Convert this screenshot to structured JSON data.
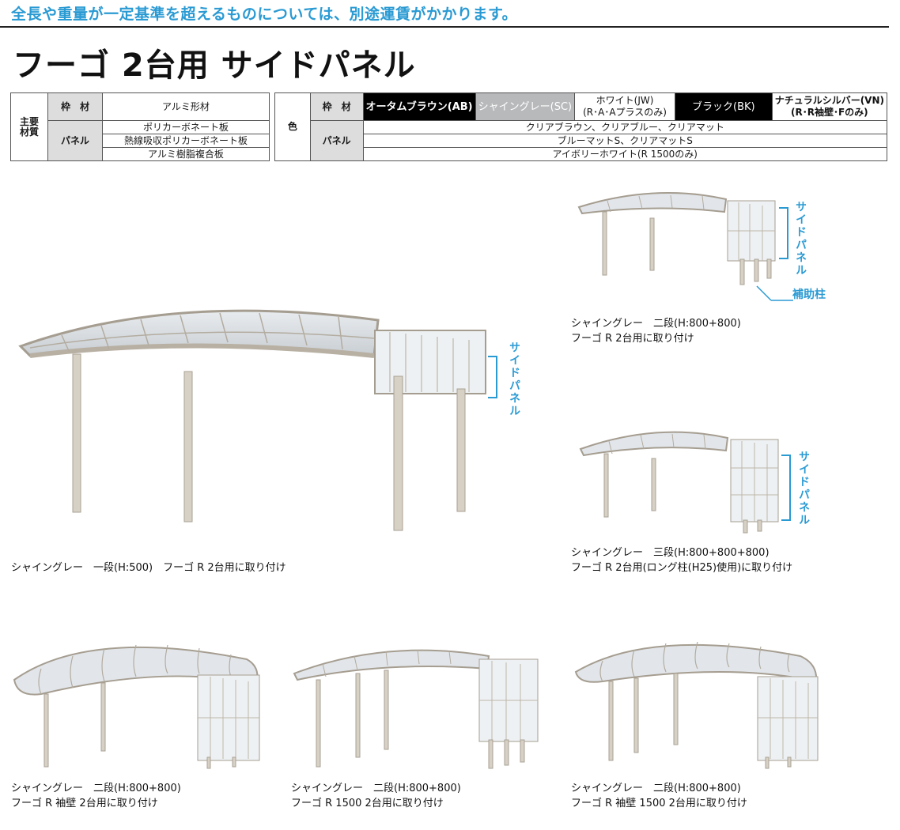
{
  "header": {
    "notice": "全長や重量が一定基準を超えるものについては、別途運賃がかかります。",
    "title": "フーゴ 2台用 サイドパネル"
  },
  "material_table": {
    "main_label": "主要\n材質",
    "frame_label": "枠　材",
    "frame_value": "アルミ形材",
    "panel_label": "パネル",
    "panel_values": [
      "ポリカーボネート板",
      "熱線吸収ポリカーボネート板",
      "アルミ樹脂複合板"
    ]
  },
  "color_table": {
    "color_label": "色",
    "frame_label": "枠　材",
    "frame_colors": [
      {
        "label": "オータムブラウン(AB)",
        "color": "#000000"
      },
      {
        "label": "シャイングレー(SC)",
        "color": "#b8b9bb"
      },
      {
        "label": "ホワイト(JW)",
        "sub": "(R･A･Aプラスのみ)",
        "color": "#ffffff"
      },
      {
        "label": "ブラック(BK)",
        "color": "#000000"
      },
      {
        "label": "ナチュラルシルバー(VN)",
        "sub": "(R･R袖壁･Fのみ)",
        "color": "#ffffff"
      }
    ],
    "panel_label": "パネル",
    "panel_values": [
      "クリアブラウン、クリアブルー、クリアマット",
      "ブルーマットS、クリアマットS",
      "アイボリーホワイト(R 1500のみ)"
    ]
  },
  "annotations": {
    "side_panel": "サイドパネル",
    "support_post": "補助柱"
  },
  "captions": {
    "main": {
      "line1": "シャイングレー　一段(H:500)　フーゴ R 2台用に取り付け"
    },
    "top_right": {
      "line1": "シャイングレー　二段(H:800+800)",
      "line2": "フーゴ R 2台用に取り付け"
    },
    "mid_right": {
      "line1": "シャイングレー　三段(H:800+800+800)",
      "line2": "フーゴ R 2台用(ロング柱(H25)使用)に取り付け"
    },
    "bottom_left": {
      "line1": "シャイングレー　二段(H:800+800)",
      "line2": "フーゴ R 袖壁 2台用に取り付け"
    },
    "bottom_center": {
      "line1": "シャイングレー　二段(H:800+800)",
      "line2": "フーゴ R 1500 2台用に取り付け"
    },
    "bottom_right": {
      "line1": "シャイングレー　二段(H:800+800)",
      "line2": "フーゴ R 袖壁 1500 2台用に取り付け"
    }
  },
  "colors": {
    "accent": "#2a9ad3",
    "frame": "#cfc8bd"
  }
}
